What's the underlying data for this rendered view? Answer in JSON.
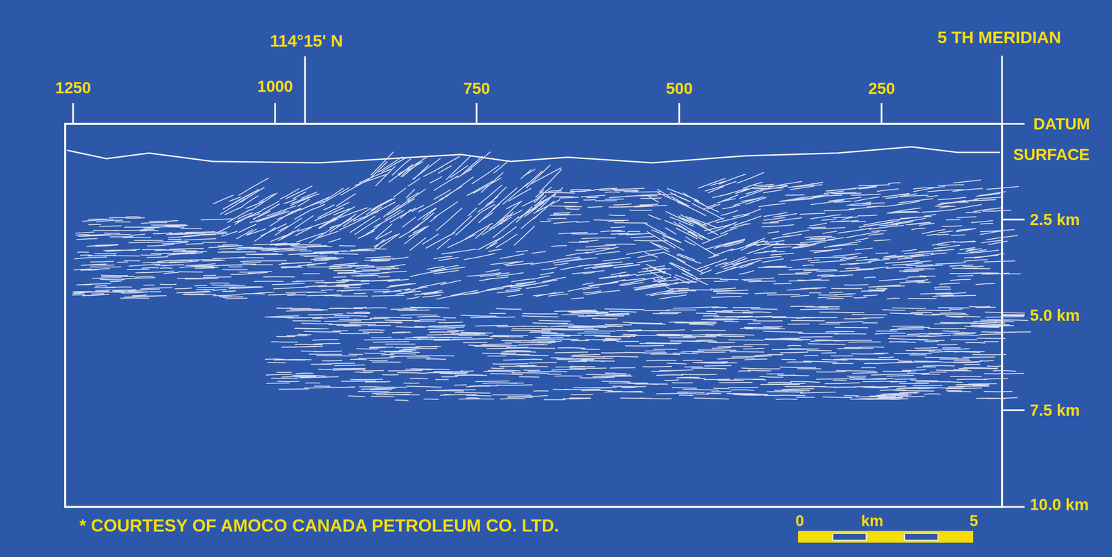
{
  "diagram": {
    "labels": [
      "114°15' N",
      "5 TH MERIDIAN",
      "1250",
      "1000",
      "750",
      "500",
      "250",
      "DATUM",
      "SURFACE",
      "2.5 km",
      "5.0 km",
      "7.5 km",
      "10.0 km",
      "* COURTESY OF AMOCO CANADA PETROLEUM CO. LTD.",
      "0",
      "km",
      "5"
    ]
  }
}
